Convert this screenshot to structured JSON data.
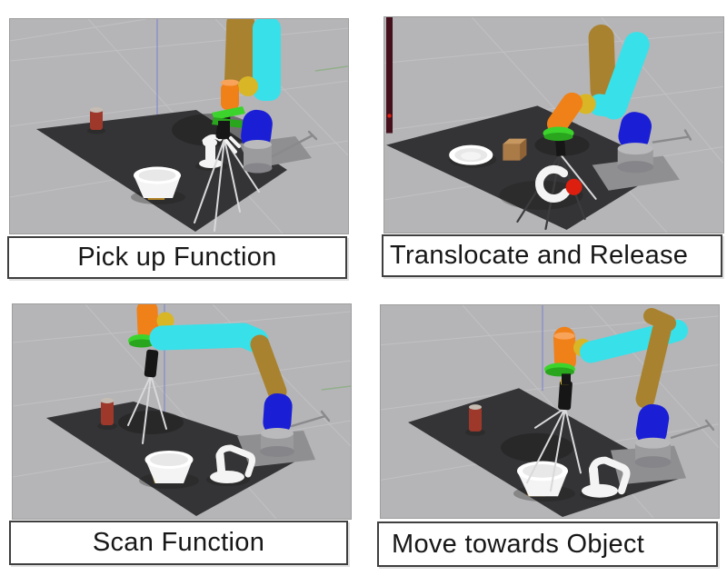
{
  "figure": {
    "panels": [
      {
        "caption": "Pick up Function"
      },
      {
        "caption": "Translocate and Release"
      },
      {
        "caption": "Scan Function"
      },
      {
        "caption": "Move towards Object"
      }
    ]
  },
  "colors": {
    "page_bg": "#ffffff",
    "panel_border": "#9e9e9e",
    "caption_bg": "#ffffff",
    "caption_border": "#3f3f3f",
    "caption_text": "#171717",
    "scene_bg": "#b5b5b7",
    "grid_line": "#c6c6c8",
    "axis_blue": "#6a76d0",
    "axis_green": "#6faa5f",
    "table": "#343436",
    "platform": "#8f8f91",
    "shadow": "#1b1b1b",
    "robot_tan": "#a9822f",
    "robot_cyan": "#38e0ea",
    "robot_orange": "#f08018",
    "robot_orange_hi": "#f8a35a",
    "robot_yellow": "#d8b626",
    "robot_green": "#3cd42c",
    "robot_green_dark": "#2aa51e",
    "robot_blue": "#1a1fd6",
    "pedestal": "#9b9b9d",
    "pedestal_light": "#bababc",
    "pedestal_dark": "#86868a",
    "gripper_black": "#161616",
    "object_white": "#f4f4f4",
    "bowl_inner": "#e8e8e8",
    "gold_base": "#b08226",
    "can_red": "#9e382a",
    "can_top": "#c6bcb2",
    "cube_brown": "#aa7a47",
    "cube_top": "#c79760",
    "cube_side": "#8f6336",
    "ball_red": "#dd1f10",
    "maroon_bar": "#43101c",
    "leg_light": "#d9d9db",
    "leg_dark": "#3c3c3e",
    "rod_gray": "#8a8a8c"
  }
}
